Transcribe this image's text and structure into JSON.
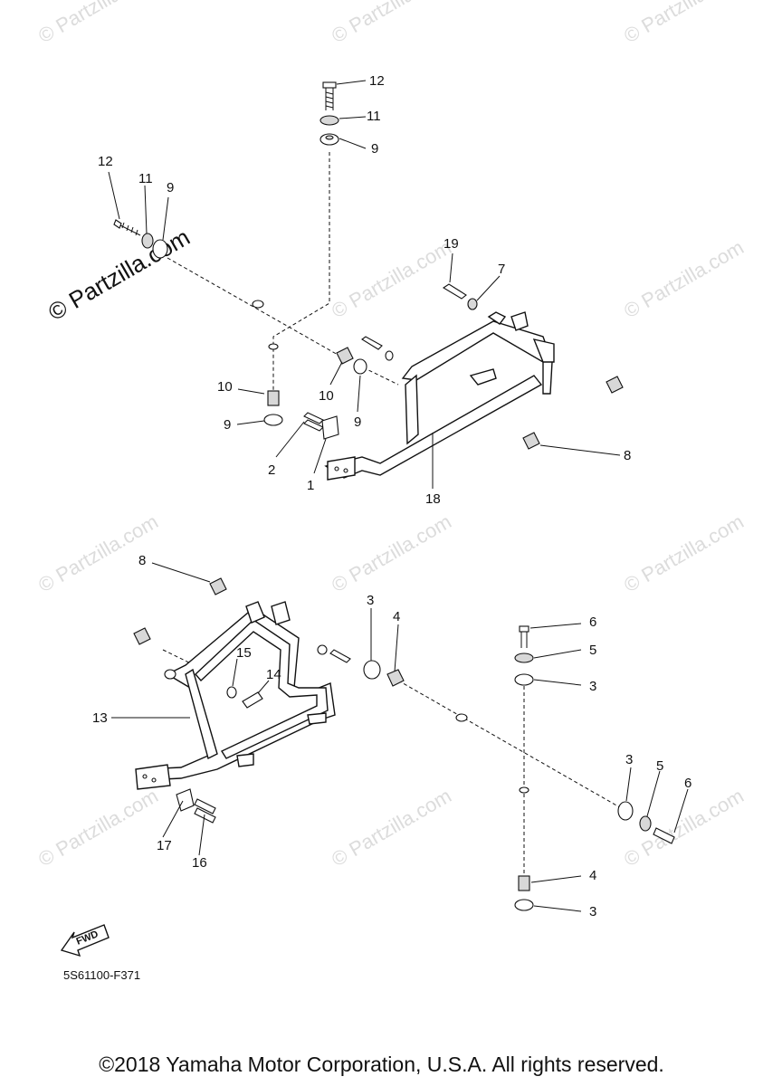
{
  "watermark": "© Partzilla.com",
  "diagram_code": "5S61100-F371",
  "copyright": "©2018 Yamaha Motor Corporation, U.S.A. All rights reserved.",
  "fwd_label": "FWD",
  "callouts": {
    "top_screw_12": "12",
    "top_washer_11": "11",
    "top_grommet_9": "9",
    "left_screw_12": "12",
    "left_washer_11": "11",
    "left_grommet_9": "9",
    "bolt_19": "19",
    "washer_7": "7",
    "collar_10_left": "10",
    "grommet_9_left": "9",
    "collar_10_mid": "10",
    "grommet_9_mid": "9",
    "bolt_2": "2",
    "plate_1": "1",
    "bracket_18": "18",
    "collar_8_upper": "8",
    "collar_8_lower": "8",
    "grommet_3_mid": "3",
    "collar_4_mid": "4",
    "screw_6_top": "6",
    "washer_5_top": "5",
    "grommet_3_top": "3",
    "washer_15": "15",
    "bolt_14": "14",
    "bracket_13": "13",
    "grommet_3_right": "3",
    "washer_5_right": "5",
    "screw_6_right": "6",
    "plate_17": "17",
    "bolt_16": "16",
    "collar_4_bottom": "4",
    "grommet_3_bottom": "3"
  }
}
